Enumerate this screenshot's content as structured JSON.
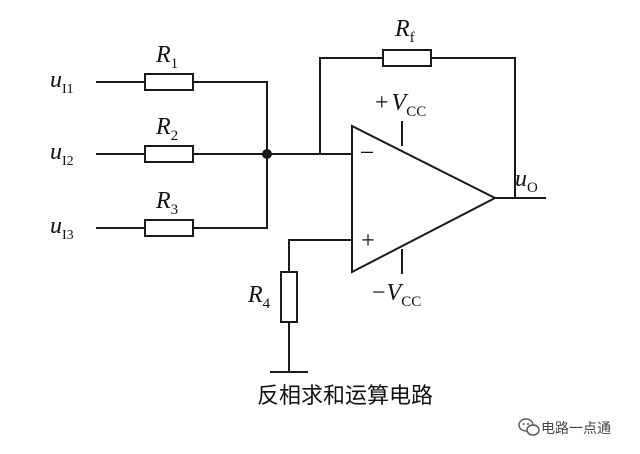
{
  "diagram": {
    "inputs": [
      {
        "main": "u",
        "sub": "I1"
      },
      {
        "main": "u",
        "sub": "I2"
      },
      {
        "main": "u",
        "sub": "I3"
      }
    ],
    "resistors": [
      {
        "main": "R",
        "sub": "1"
      },
      {
        "main": "R",
        "sub": "2"
      },
      {
        "main": "R",
        "sub": "3"
      },
      {
        "main": "R",
        "sub": "4"
      },
      {
        "main": "R",
        "sub": "f"
      }
    ],
    "supply_pos": {
      "prefix": "+",
      "main": "V",
      "sub": "CC"
    },
    "supply_neg": {
      "prefix": "−",
      "main": "V",
      "sub": "CC"
    },
    "output": {
      "main": "u",
      "sub": "O"
    },
    "inverting_sign": "−",
    "noninverting_sign": "+",
    "caption": "反相求和运算电路"
  },
  "watermark": {
    "text": "电路一点通",
    "icon": "wechat-icon"
  },
  "colors": {
    "ink": "#1a1a1a",
    "background": "#ffffff"
  }
}
